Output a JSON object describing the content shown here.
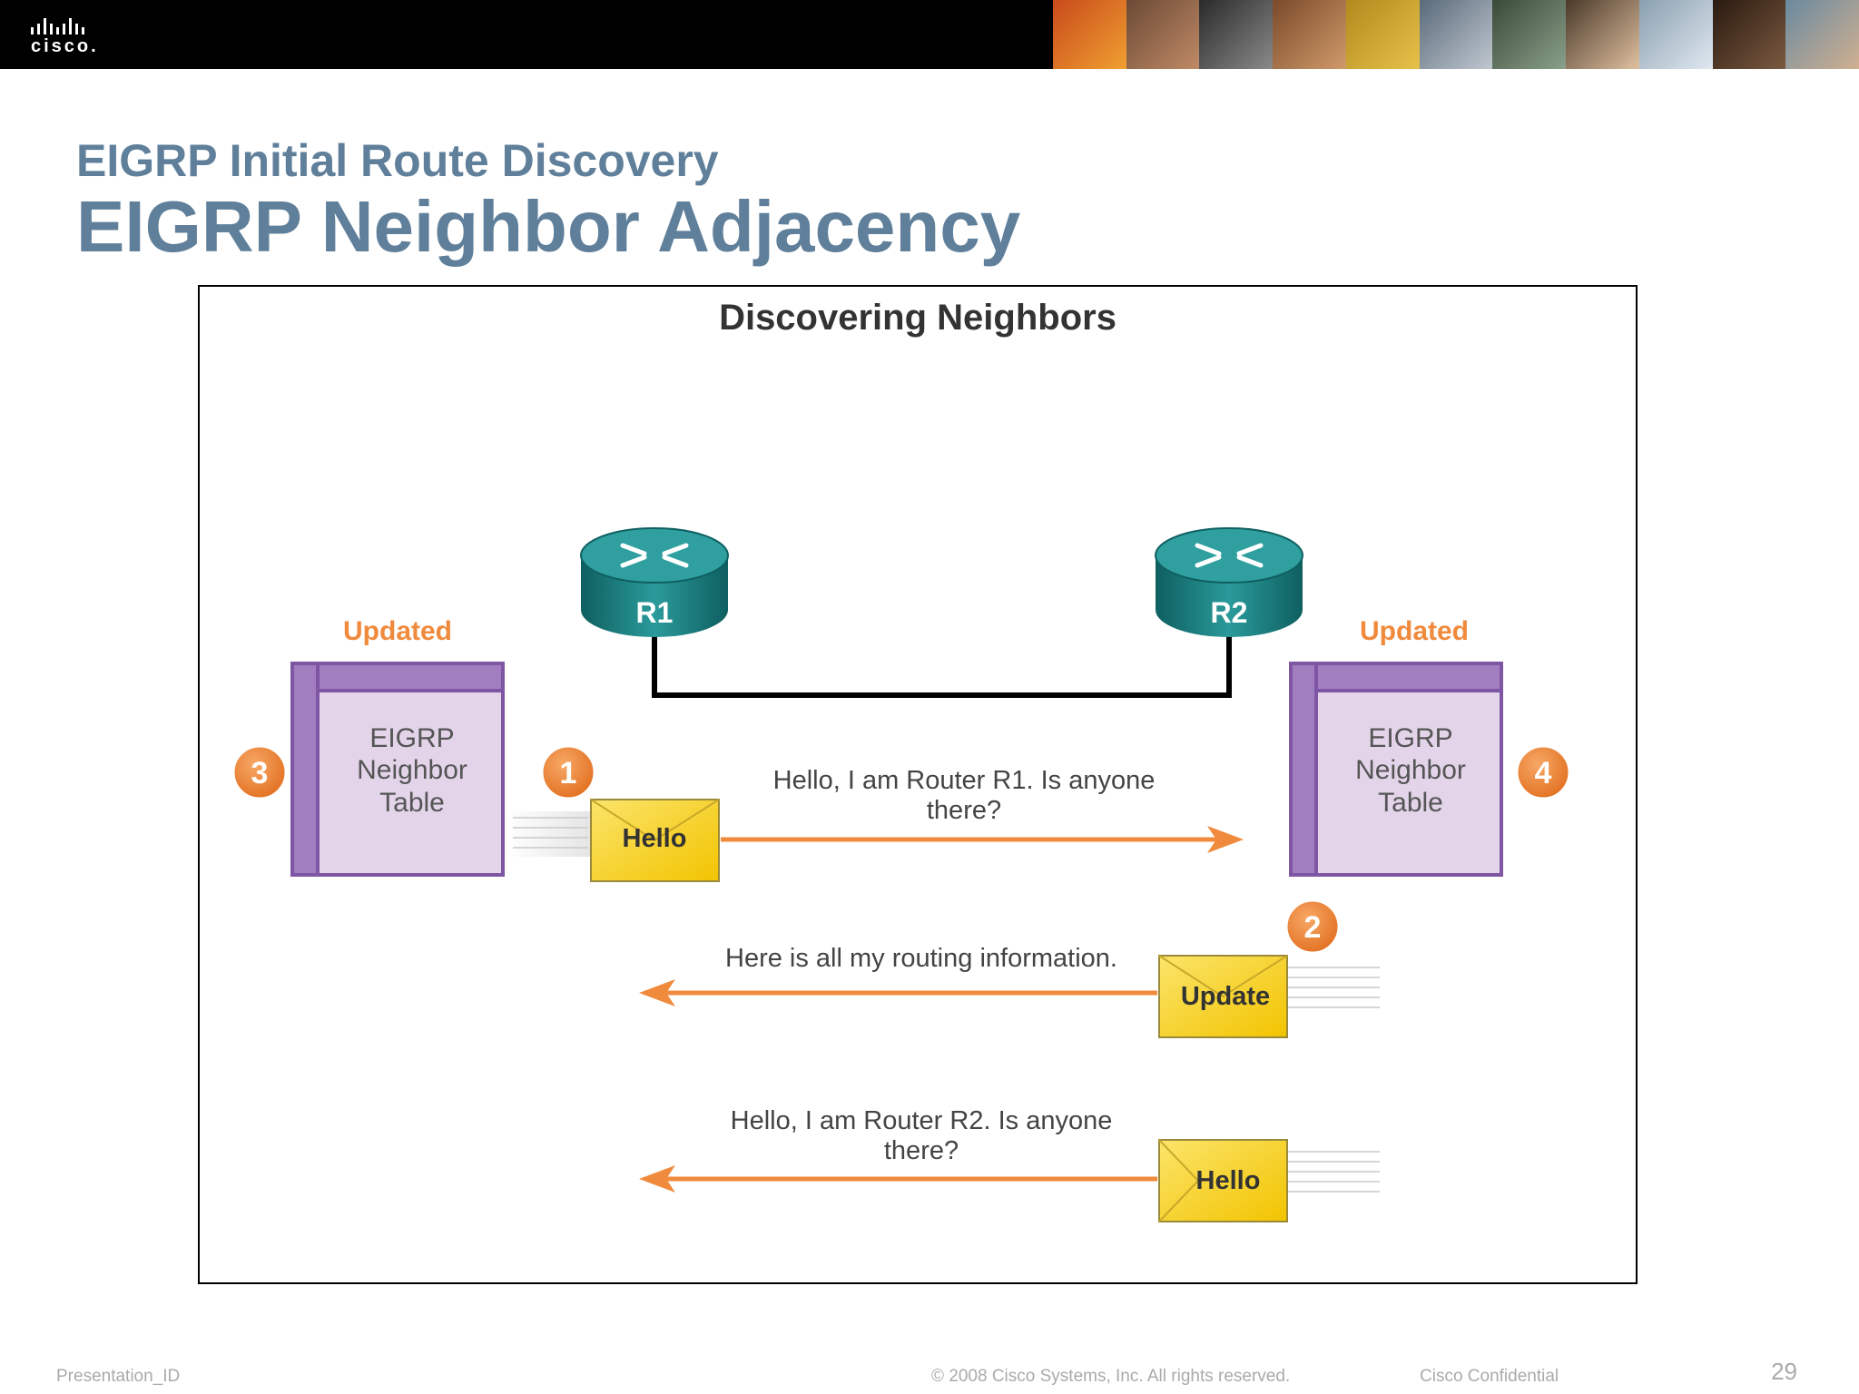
{
  "header": {
    "logo_text": "cisco."
  },
  "slide": {
    "subtitle": "EIGRP Initial Route Discovery",
    "title": "EIGRP Neighbor Adjacency"
  },
  "diagram": {
    "title": "Discovering Neighbors",
    "routers": [
      {
        "label": "R1"
      },
      {
        "label": "R2"
      }
    ],
    "tables": [
      {
        "status": "Updated",
        "line1": "EIGRP",
        "line2": "Neighbor",
        "line3": "Table",
        "step": "3"
      },
      {
        "status": "Updated",
        "line1": "EIGRP",
        "line2": "Neighbor",
        "line3": "Table",
        "step": "4"
      }
    ],
    "messages": [
      {
        "step": "1",
        "packet": "Hello",
        "text_line1": "Hello, I am Router R1. Is anyone",
        "text_line2": "there?"
      },
      {
        "step": "2",
        "packet": "Update",
        "text_line1": "Here is all my routing information.",
        "text_line2": ""
      },
      {
        "step": "",
        "packet": "Hello",
        "text_line1": "Hello, I am Router R2. Is anyone",
        "text_line2": "there?"
      }
    ],
    "colors": {
      "router": "#1f7f80",
      "table_border": "#7e56a4",
      "table_fill": "#e3d4ea",
      "arrow": "#f08a3c",
      "badge": "#f08a3c",
      "updated": "#f08a3c",
      "packet": "#f6d21a"
    }
  },
  "footer": {
    "left": "Presentation_ID",
    "center": "© 2008 Cisco Systems, Inc. All rights reserved.",
    "right": "Cisco Confidential",
    "page": "29"
  }
}
